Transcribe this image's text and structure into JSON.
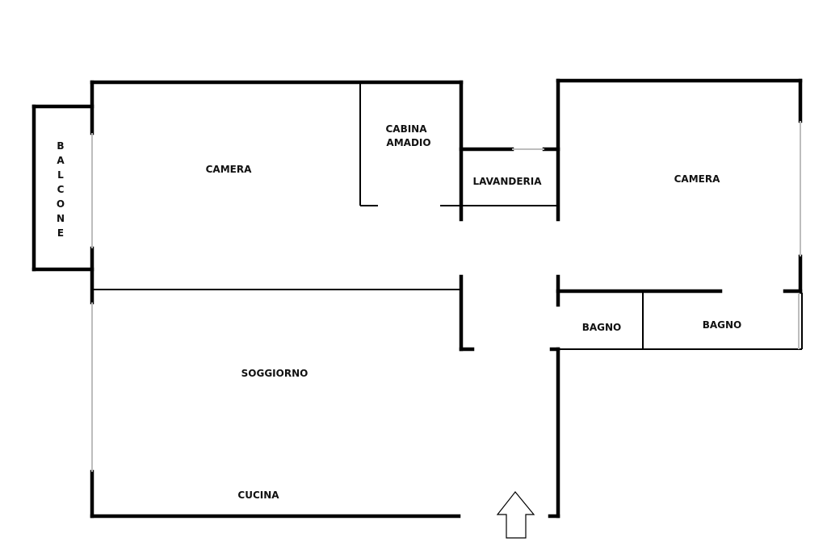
{
  "rooms": {
    "balcone": "BALCONE",
    "camera_left": "CAMERA",
    "cabina_line1": "CABINA",
    "cabina_line2": "AMADIO",
    "lavanderia": "LAVANDERIA",
    "camera_right": "CAMERA",
    "bagno_small": "BAGNO",
    "bagno_large": "BAGNO",
    "soggiorno": "SOGGIORNO",
    "cucina": "CUCINA"
  },
  "entrance": {
    "icon": "up-arrow-icon"
  }
}
